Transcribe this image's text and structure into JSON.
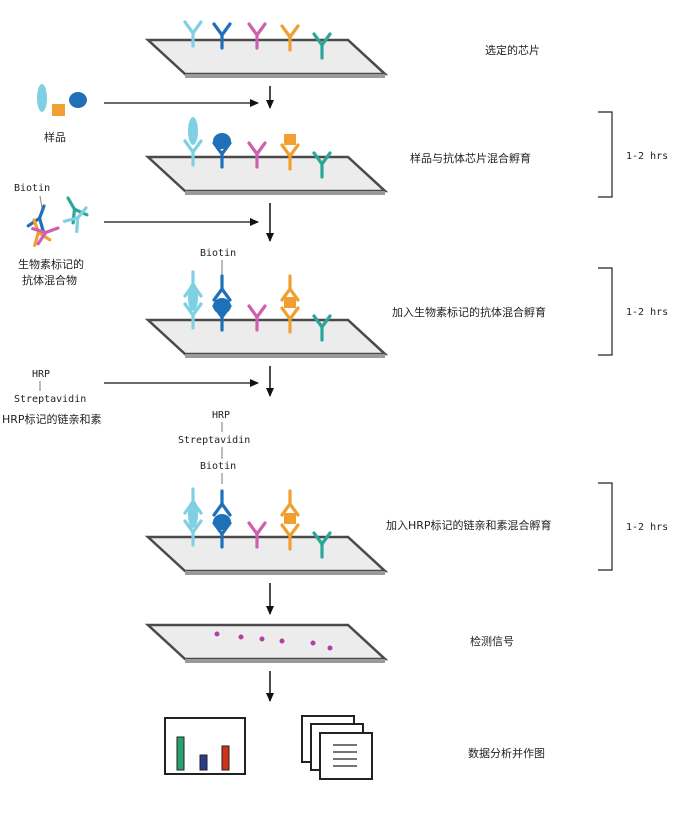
{
  "colors": {
    "cyan": "#7fd0e2",
    "blue": "#1f70b8",
    "magenta": "#cf5fb1",
    "orange": "#f0a030",
    "teal": "#2aa79a",
    "slide_edge": "#4a4a4a",
    "slide_face": "#ececec",
    "dot": "#b03fa8",
    "bar_green": "#2aa070",
    "bar_navy": "#2a3a8a",
    "bar_red": "#d0321c"
  },
  "steps": [
    {
      "label": "选定的芯片"
    },
    {
      "label": "样品与抗体芯片混合孵育",
      "duration": "1-2 hrs"
    },
    {
      "label": "加入生物素标记的抗体混合孵育",
      "duration": "1-2 hrs"
    },
    {
      "label": "加入HRP标记的链亲和素混合孵育",
      "duration": "1-2 hrs"
    },
    {
      "label": "检测信号"
    },
    {
      "label": "数据分析并作图"
    }
  ],
  "inputs": {
    "sample": "样品",
    "biotin_mix_line1": "生物素标记的",
    "biotin_mix_line2": "抗体混合物",
    "hrp_label": "HRP标记的链亲和素"
  },
  "molecule_labels": {
    "biotin": "Biotin",
    "hrp": "HRP",
    "streptavidin": "Streptavidin"
  }
}
